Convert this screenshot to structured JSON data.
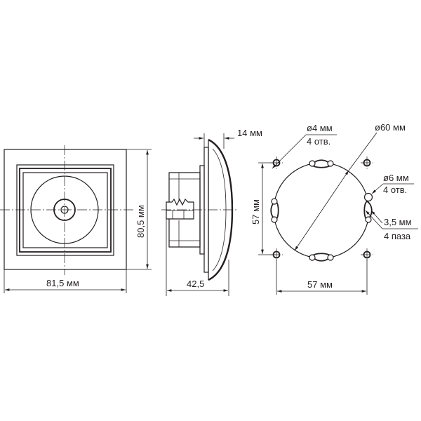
{
  "front_view": {
    "width_label": "81,5 мм",
    "height_label": "80,5 мм"
  },
  "side_view": {
    "depth_label": "42,5",
    "face_label": "14 мм"
  },
  "mount_view": {
    "diameter_label": "ø60 мм",
    "corner_hole_label": "ø4 мм",
    "corner_hole_count": "4 отв.",
    "side_hole_label": "ø6 мм",
    "side_hole_count": "4 отв.",
    "slot_label": "3,5 мм",
    "slot_count": "4 паза",
    "vertical_spacing_label": "57 мм",
    "horizontal_spacing_label": "57 мм"
  },
  "colors": {
    "ink": "#231f20",
    "paper": "#ffffff"
  }
}
